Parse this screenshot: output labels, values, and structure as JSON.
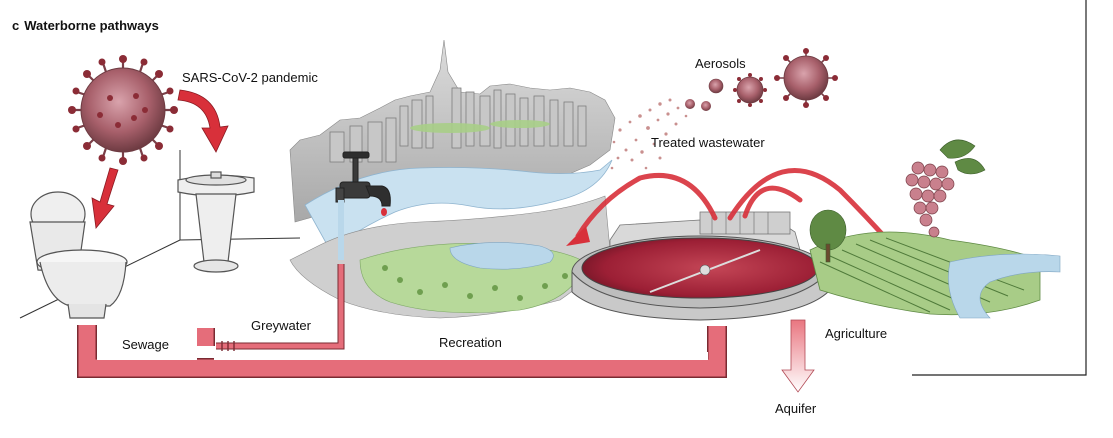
{
  "title": {
    "panel_letter": "c",
    "text": "Waterborne pathways"
  },
  "labels": {
    "pandemic": "SARS-CoV-2 pandemic",
    "aerosols": "Aerosols",
    "treated_wastewater": "Treated wastewater",
    "greywater": "Greywater",
    "sewage": "Sewage",
    "recreation": "Recreation",
    "agriculture": "Agriculture",
    "aquifer": "Aquifer"
  },
  "colors": {
    "pipe": "#e56d7a",
    "pipe_edge": "#7a2a32",
    "arrow": "#d8303a",
    "virus": "#b0707a",
    "water": "#b9d7ea",
    "tank_water": "#9c1f35",
    "greenery": "#a9cf88",
    "sketch": "#555555"
  }
}
